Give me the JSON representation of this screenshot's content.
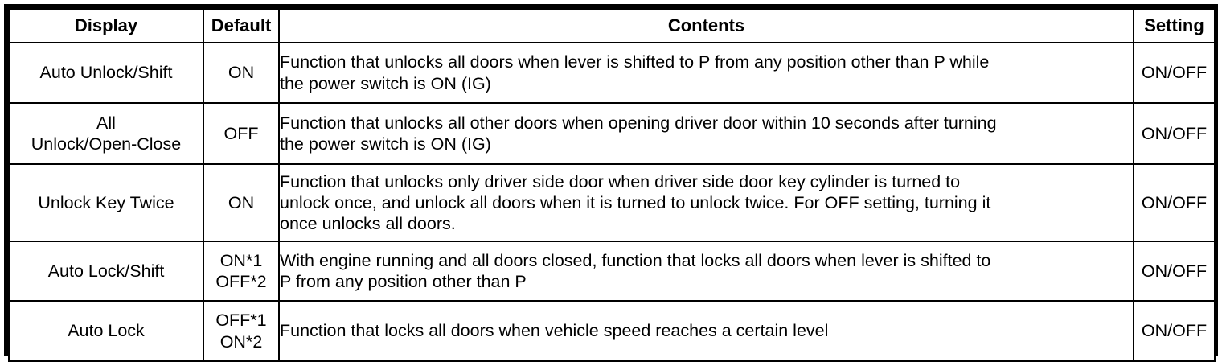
{
  "table": {
    "columns": [
      {
        "key": "display",
        "label": "Display",
        "align": "center"
      },
      {
        "key": "default",
        "label": "Default",
        "align": "center"
      },
      {
        "key": "contents",
        "label": "Contents",
        "align": "center"
      },
      {
        "key": "setting",
        "label": "Setting",
        "align": "center"
      }
    ],
    "rows": [
      {
        "display_lines": [
          "Auto Unlock/Shift"
        ],
        "default_lines": [
          "ON"
        ],
        "contents_lines": [
          "Function that unlocks all doors when lever is shifted to P from any position other than P while",
          "the power switch is ON (IG)"
        ],
        "setting": "ON/OFF"
      },
      {
        "display_lines": [
          "All",
          "Unlock/Open-Close"
        ],
        "default_lines": [
          "OFF"
        ],
        "contents_lines": [
          "Function that unlocks all other doors when opening driver door within 10 seconds after turning",
          "the power switch is ON (IG)"
        ],
        "setting": "ON/OFF"
      },
      {
        "display_lines": [
          "Unlock Key Twice"
        ],
        "default_lines": [
          "ON"
        ],
        "contents_lines": [
          "Function that unlocks only driver side door when driver side door key cylinder is turned to",
          "unlock once, and unlock all doors when it is turned to unlock twice. For OFF setting, turning it",
          "once unlocks all doors."
        ],
        "setting": "ON/OFF"
      },
      {
        "display_lines": [
          "Auto Lock/Shift"
        ],
        "default_lines": [
          "ON*1",
          "OFF*2"
        ],
        "contents_lines": [
          "With engine running and all doors closed, function that locks all doors when lever is shifted to",
          "P from any position other than P"
        ],
        "setting": "ON/OFF"
      },
      {
        "display_lines": [
          "Auto Lock"
        ],
        "default_lines": [
          "OFF*1",
          "ON*2"
        ],
        "contents_lines": [
          "Function that locks all doors when vehicle speed reaches a certain level"
        ],
        "setting": "ON/OFF"
      }
    ]
  },
  "colors": {
    "border": "#000000",
    "background": "#ffffff",
    "text": "#000000"
  }
}
